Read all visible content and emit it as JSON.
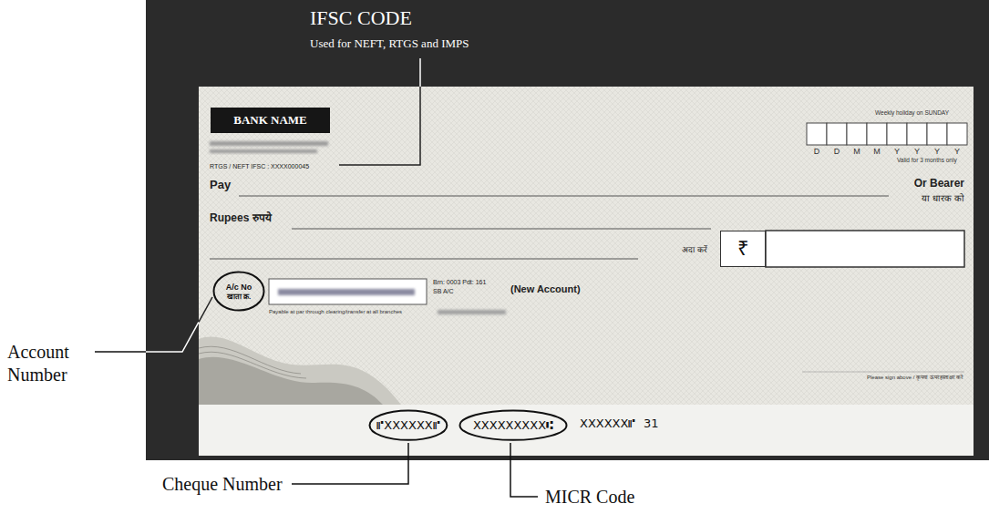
{
  "diagram": {
    "nodes": [
      {
        "text": [
          "RTGS / NEFT IFSC : XXXX000045",
          "Weekly holiday on SUNDAY",
          "D",
          "D",
          "M",
          "M",
          "Y",
          "Y",
          "Y",
          "Y",
          "Valid for 3 months only",
          "Pay",
          "Or Bearer",
          "या धारक को",
          "Rupees रुपये",
          "अदा करें",
          "Brn: 0003 Pdt: 161",
          "SB A/C",
          "(New Account)",
          "Payable at par through clearing/transfer at all branches",
          "Please sign above / कृपया ऊपर हस्ताक्षर करें",
          "XXXXXX⑈",
          "31"
        ]
      },
      {
        "text": [
          "BANK NAME"
        ],
        "in": 0
      },
      {
        "text": [
          "₹"
        ],
        "in": 0
      },
      {
        "text": [
          "A/c No",
          "खाता क्र."
        ],
        "in": 0
      },
      {
        "text": [
          "⑈XXXXXX⑈"
        ],
        "in": 0
      },
      {
        "text": [
          "XXXXXXXXX⑆"
        ],
        "in": 0
      }
    ],
    "labels": [
      "IFSC CODE",
      "Used for NEFT, RTGS and IMPS",
      "Account Number",
      "Cheque Number",
      "MICR Code"
    ]
  }
}
